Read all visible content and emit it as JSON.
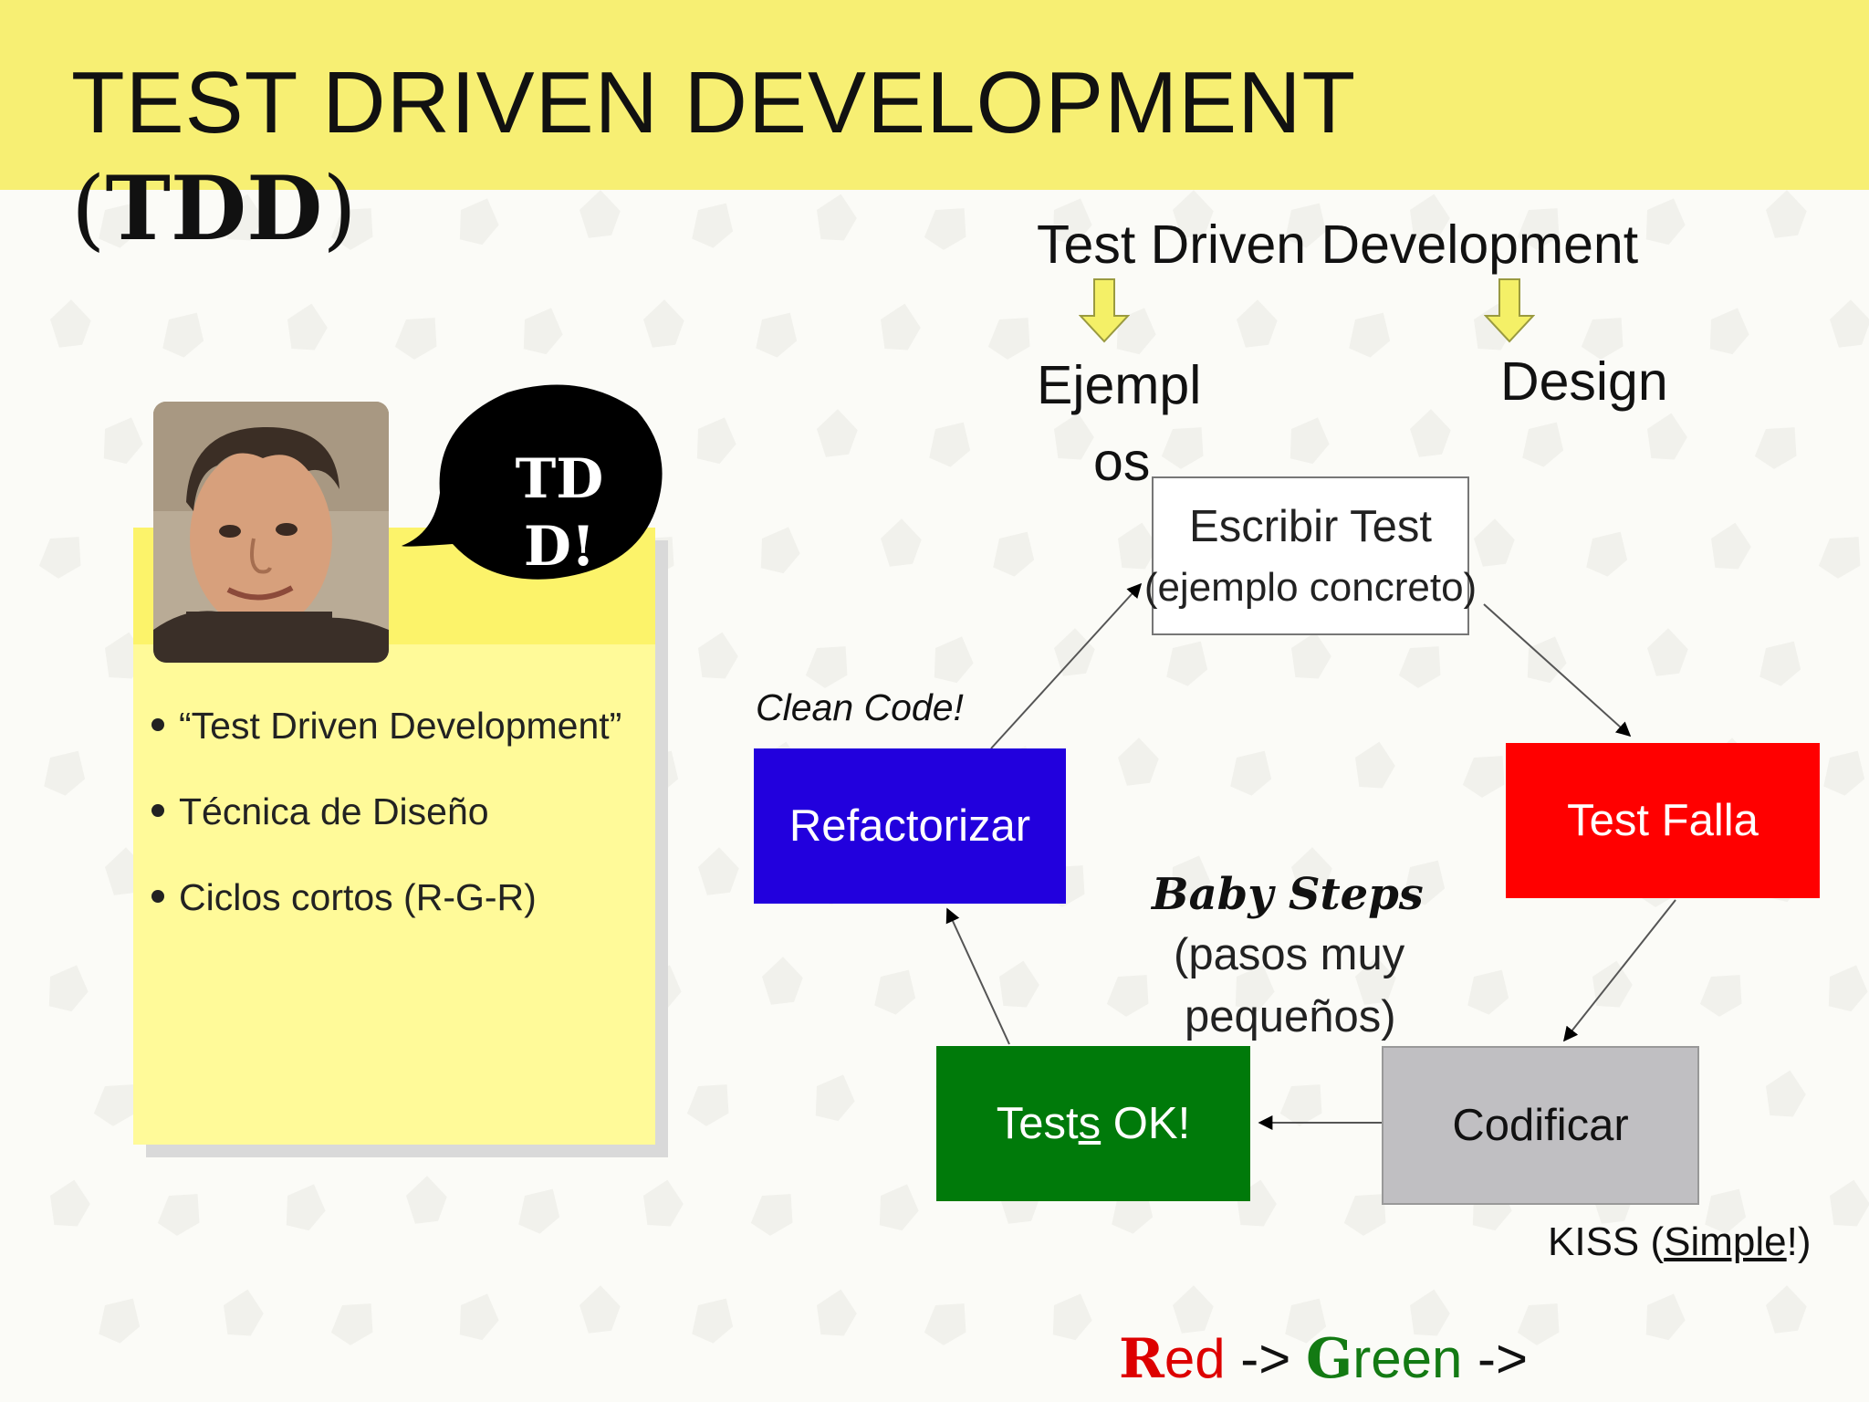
{
  "slide": {
    "title": "TEST DRIVEN DEVELOPMENT",
    "title_suffix_open": "(",
    "title_suffix_bold": "TDD",
    "title_suffix_close": ")"
  },
  "speech_bubble": {
    "line1": "TD",
    "line2": "D!"
  },
  "bullets": [
    "“Test Driven Development”",
    "Técnica de Diseño",
    "Ciclos cortos (R-G-R)"
  ],
  "diagram": {
    "heading": "Test Driven Development",
    "left_branch_line1": "Ejempl",
    "left_branch_line2": "os",
    "right_branch": "Design",
    "write_test_line1": "Escribir Test",
    "write_test_line2": "(ejemplo concreto)",
    "clean_code": "Clean Code!",
    "refactor": "Refactorizar",
    "test_fails": "Test Falla",
    "baby_steps": "Baby Steps",
    "baby_steps_sub1": "(pasos muy",
    "baby_steps_sub2": "pequeños)",
    "tests_ok_pre": "Test",
    "tests_ok_underlined": "s",
    "tests_ok_post": " OK!",
    "code": "Codificar",
    "kiss_pre": "KISS (",
    "kiss_link": "Simple",
    "kiss_post": "!)",
    "cycle_red_initial": "R",
    "cycle_red_rest": "ed",
    "cycle_arrow1": " -> ",
    "cycle_green_initial": "G",
    "cycle_green_rest": "reen",
    "cycle_arrow2": " ->"
  },
  "colors": {
    "band": "#f7ef73",
    "note": "#fffa99",
    "refactor": "#2200dd",
    "test_fails": "#ff0000",
    "tests_ok": "#007a0a",
    "code": "#c0bfc2",
    "red_text": "#dd0000",
    "green_text": "#137a13"
  }
}
